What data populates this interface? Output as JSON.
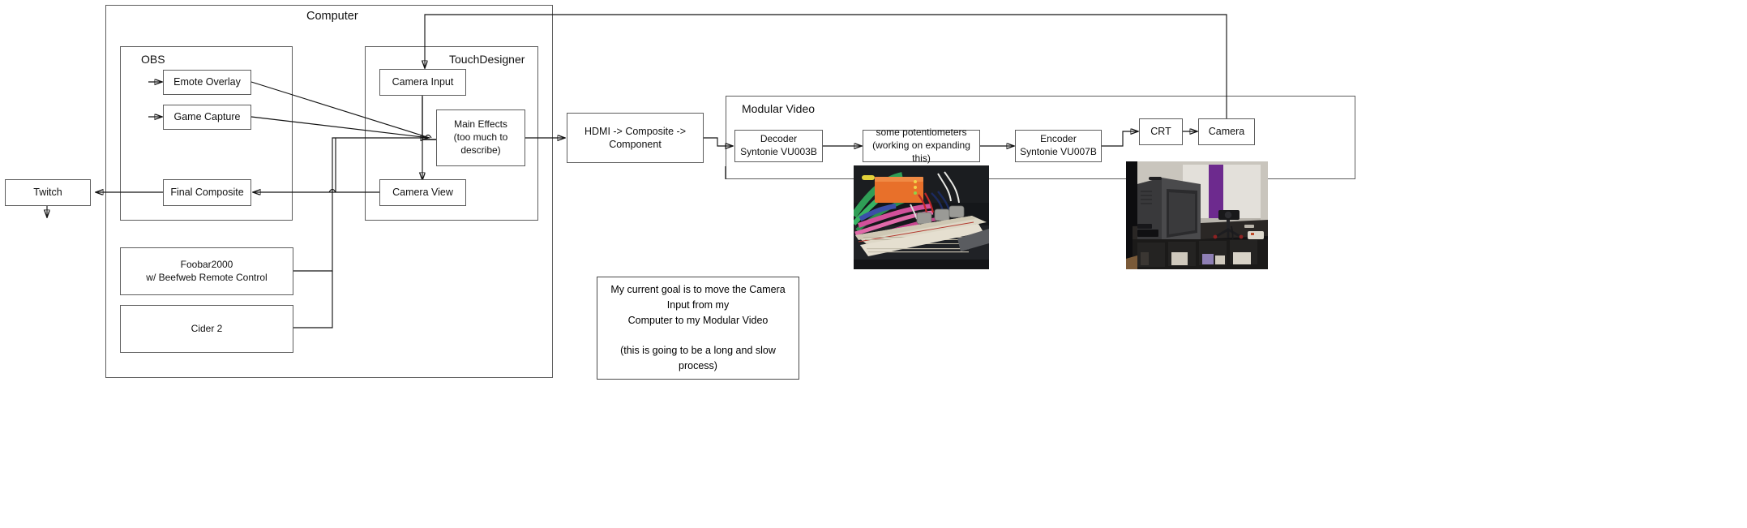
{
  "diagram": {
    "title": "Computer",
    "groups": [
      {
        "id": "computer",
        "label": "Computer"
      },
      {
        "id": "obs",
        "label": "OBS"
      },
      {
        "id": "touchdesigner",
        "label": "TouchDesigner"
      },
      {
        "id": "modular_video",
        "label": "Modular Video"
      }
    ],
    "nodes": {
      "emote_overlay": "Emote Overlay",
      "game_capture": "Game Capture",
      "final_composite": "Final Composite",
      "foobar2000": "Foobar2000\nw/ Beefweb Remote Control",
      "cider2": "Cider 2",
      "camera_input": "Camera Input",
      "main_effects": "Main Effects\n(too much to describe)",
      "camera_view": "Camera View",
      "twitch": "Twitch",
      "hdmi_chain": "HDMI -> Composite -> Component",
      "decoder": "Decoder\nSyntonie VU003B",
      "potentiometers": "some potentiometers\n(working on expanding this)",
      "encoder": "Encoder\nSyntonie VU007B",
      "crt": "CRT",
      "camera": "Camera"
    },
    "note": {
      "text": "My current goal is to move the Camera Input from my\nComputer to my Modular Video\n\n(this is going to be a long and slow process)"
    },
    "photos": [
      {
        "id": "breadboard-photo",
        "caption": "breadboard with potentiometers and orange module"
      },
      {
        "id": "crt-camera-photo",
        "caption": "CRT monitor on shelf with camera on tripod"
      }
    ],
    "colors": {
      "stroke": "#5d5d5d",
      "wire": "#141414",
      "background": "#ffffff",
      "text": "#111111"
    }
  }
}
